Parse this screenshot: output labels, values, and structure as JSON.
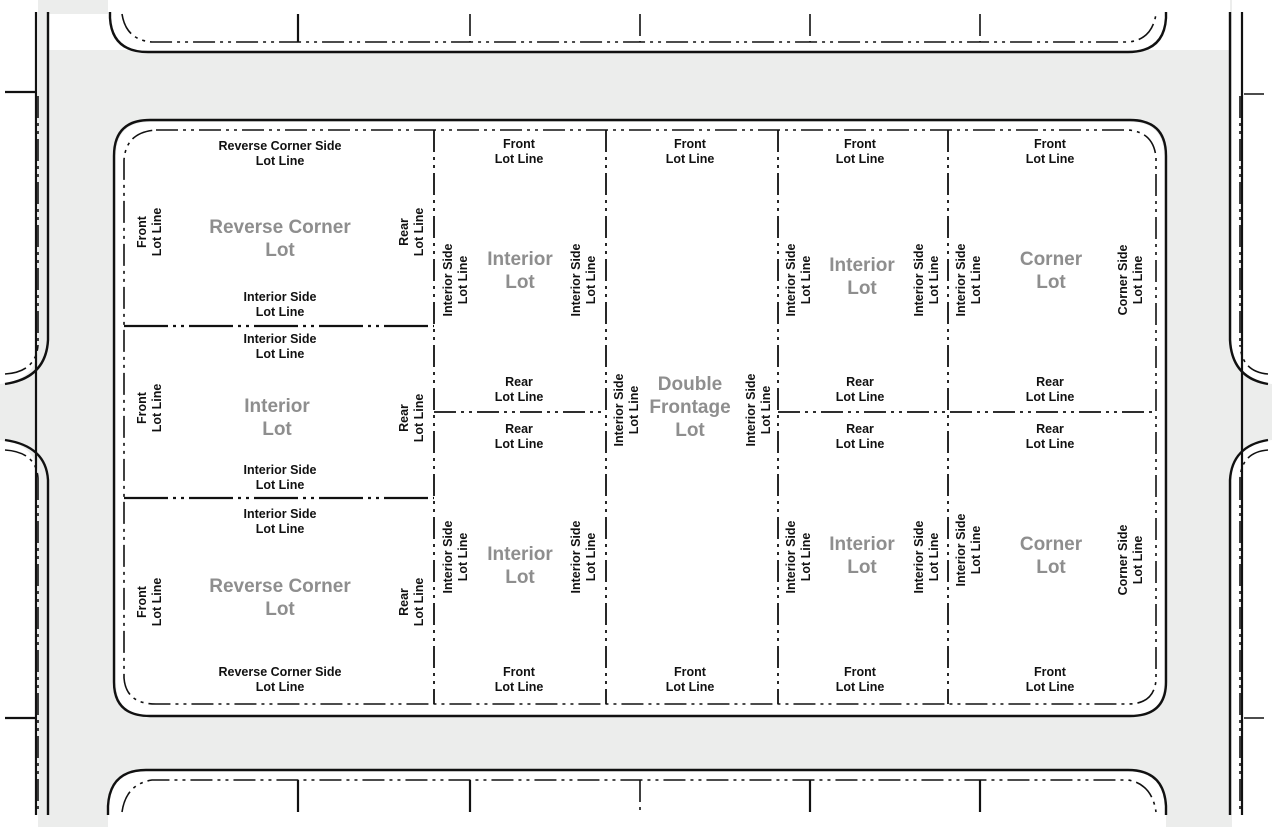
{
  "diagram": {
    "lots": {
      "reverse_corner_top": "Reverse Corner Lot",
      "interior_left": "Interior Lot",
      "reverse_corner_bottom": "Reverse Corner Lot",
      "interior_top_a": "Interior Lot",
      "interior_bottom_a": "Interior Lot",
      "double_frontage": "Double Frontage Lot",
      "interior_top_b": "Interior Lot",
      "interior_bottom_b": "Interior Lot",
      "corner_top": "Corner Lot",
      "corner_bottom": "Corner Lot"
    },
    "labels": {
      "reverse_corner_side": "Reverse Corner Side Lot Line",
      "front": "Front Lot Line",
      "rear": "Rear Lot Line",
      "interior_side": "Interior Side Lot Line",
      "corner_side": "Corner Side Lot Line"
    },
    "colors": {
      "road": "#ecedec",
      "line": "#111111",
      "lot_name": "#8e8e8e"
    }
  }
}
